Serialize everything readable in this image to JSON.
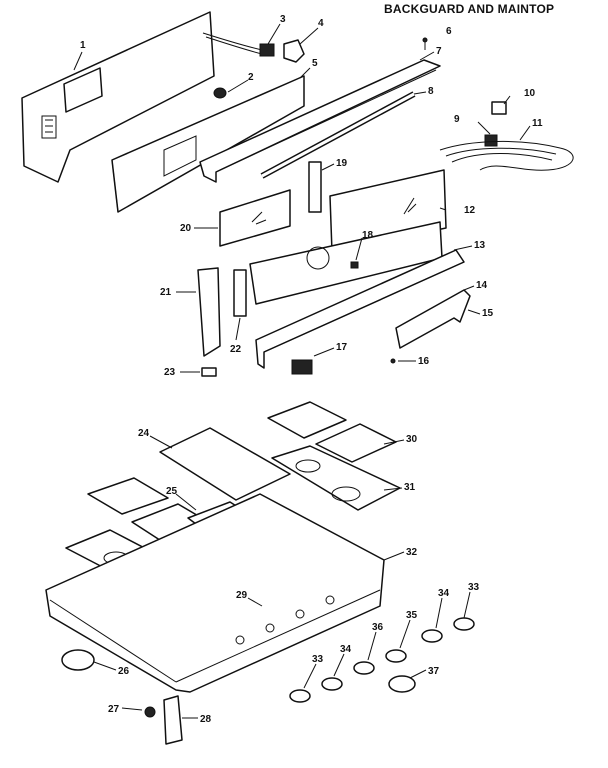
{
  "title": "BACKGUARD AND MAINTOP",
  "callouts": [
    {
      "id": "c1",
      "text": "1"
    },
    {
      "id": "c2",
      "text": "2"
    },
    {
      "id": "c3",
      "text": "3"
    },
    {
      "id": "c4",
      "text": "4"
    },
    {
      "id": "c5",
      "text": "5"
    },
    {
      "id": "c6",
      "text": "6"
    },
    {
      "id": "c7",
      "text": "7"
    },
    {
      "id": "c8",
      "text": "8"
    },
    {
      "id": "c9",
      "text": "9"
    },
    {
      "id": "c10",
      "text": "10"
    },
    {
      "id": "c11",
      "text": "11"
    },
    {
      "id": "c12",
      "text": "12"
    },
    {
      "id": "c13",
      "text": "13"
    },
    {
      "id": "c14",
      "text": "14"
    },
    {
      "id": "c15",
      "text": "15"
    },
    {
      "id": "c16",
      "text": "16"
    },
    {
      "id": "c17",
      "text": "17"
    },
    {
      "id": "c18",
      "text": "18"
    },
    {
      "id": "c19",
      "text": "19"
    },
    {
      "id": "c20",
      "text": "20"
    },
    {
      "id": "c21",
      "text": "21"
    },
    {
      "id": "c22",
      "text": "22"
    },
    {
      "id": "c23",
      "text": "23"
    },
    {
      "id": "c24",
      "text": "24"
    },
    {
      "id": "c25",
      "text": "25"
    },
    {
      "id": "c26",
      "text": "26"
    },
    {
      "id": "c27",
      "text": "27"
    },
    {
      "id": "c28",
      "text": "28"
    },
    {
      "id": "c29",
      "text": "29"
    },
    {
      "id": "c30",
      "text": "30"
    },
    {
      "id": "c31",
      "text": "31"
    },
    {
      "id": "c32",
      "text": "32"
    },
    {
      "id": "c33a",
      "text": "33"
    },
    {
      "id": "c33b",
      "text": "33"
    },
    {
      "id": "c34a",
      "text": "34"
    },
    {
      "id": "c34b",
      "text": "34"
    },
    {
      "id": "c35",
      "text": "35"
    },
    {
      "id": "c36",
      "text": "36"
    },
    {
      "id": "c37",
      "text": "37"
    }
  ]
}
